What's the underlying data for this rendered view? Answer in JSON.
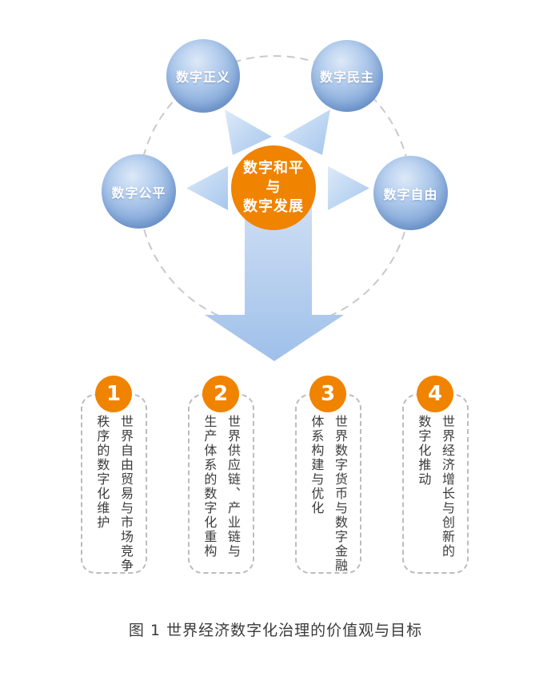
{
  "figure": {
    "caption": "图 1 世界经济数字化治理的价值观与目标"
  },
  "center_node": {
    "lines": [
      "数字和平",
      "与",
      "数字发展"
    ]
  },
  "value_nodes": [
    {
      "label": "数字正义",
      "position": "top-left"
    },
    {
      "label": "数字民主",
      "position": "top-right"
    },
    {
      "label": "数字公平",
      "position": "left"
    },
    {
      "label": "数字自由",
      "position": "right"
    }
  ],
  "goals": [
    {
      "number": "1",
      "lines": [
        "世界自由贸易与市场竞争",
        "秩序的数字化维护"
      ]
    },
    {
      "number": "2",
      "lines": [
        "世界供应链、产业链与",
        "生产体系的数字化重构"
      ]
    },
    {
      "number": "3",
      "lines": [
        "世界数字货币与数字金融",
        "体系构建与优化"
      ]
    },
    {
      "number": "4",
      "lines": [
        "世界经济增长与创新的",
        "数字化推动"
      ]
    }
  ],
  "icons": {
    "big_down_arrow": "big-down-arrow",
    "converging_arrows": "arrow-top-left, arrow-top-right",
    "outward_arrows": "arrow-to-left, arrow-to-right",
    "orbit": "dashed-orbit-circle"
  },
  "colors": {
    "accent_orange": "#F08300",
    "sphere_blue": "#7FA3D6",
    "arrow_blue": "#AFCBEE",
    "dash_gray": "#C9C9C9",
    "text_dark": "#3C3C3C"
  }
}
